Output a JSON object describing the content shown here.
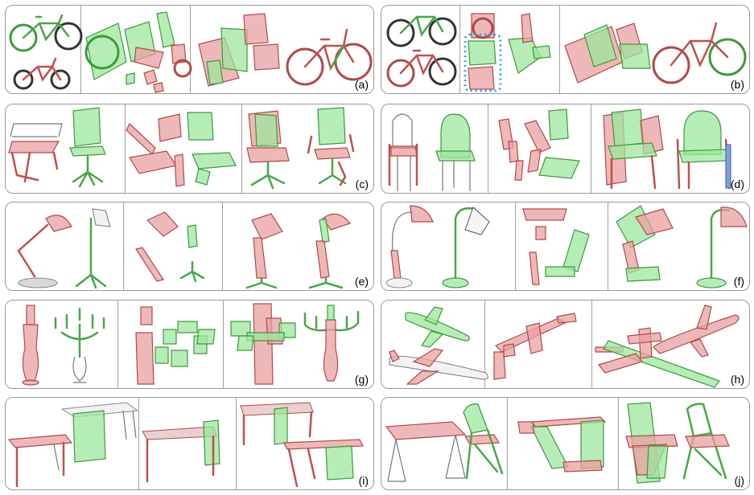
{
  "figure": {
    "panels": [
      {
        "id": "a",
        "label": "(a)",
        "subject": "bicycles"
      },
      {
        "id": "b",
        "label": "(b)",
        "subject": "bicycles"
      },
      {
        "id": "c",
        "label": "(c)",
        "subject": "office chairs"
      },
      {
        "id": "d",
        "label": "(d)",
        "subject": "chairs"
      },
      {
        "id": "e",
        "label": "(e)",
        "subject": "desk lamps"
      },
      {
        "id": "f",
        "label": "(f)",
        "subject": "desk lamps"
      },
      {
        "id": "g",
        "label": "(g)",
        "subject": "candelabras"
      },
      {
        "id": "h",
        "label": "(h)",
        "subject": "airplanes"
      },
      {
        "id": "i",
        "label": "(i)",
        "subject": "desks"
      },
      {
        "id": "j",
        "label": "(j)",
        "subject": "folding tables and chairs"
      }
    ],
    "colors": {
      "source_shape": "#e8a0a0",
      "target_shape": "#9ee69e",
      "highlight_box": "#2aa8e0",
      "extra_part": "#7fa0e0"
    }
  }
}
